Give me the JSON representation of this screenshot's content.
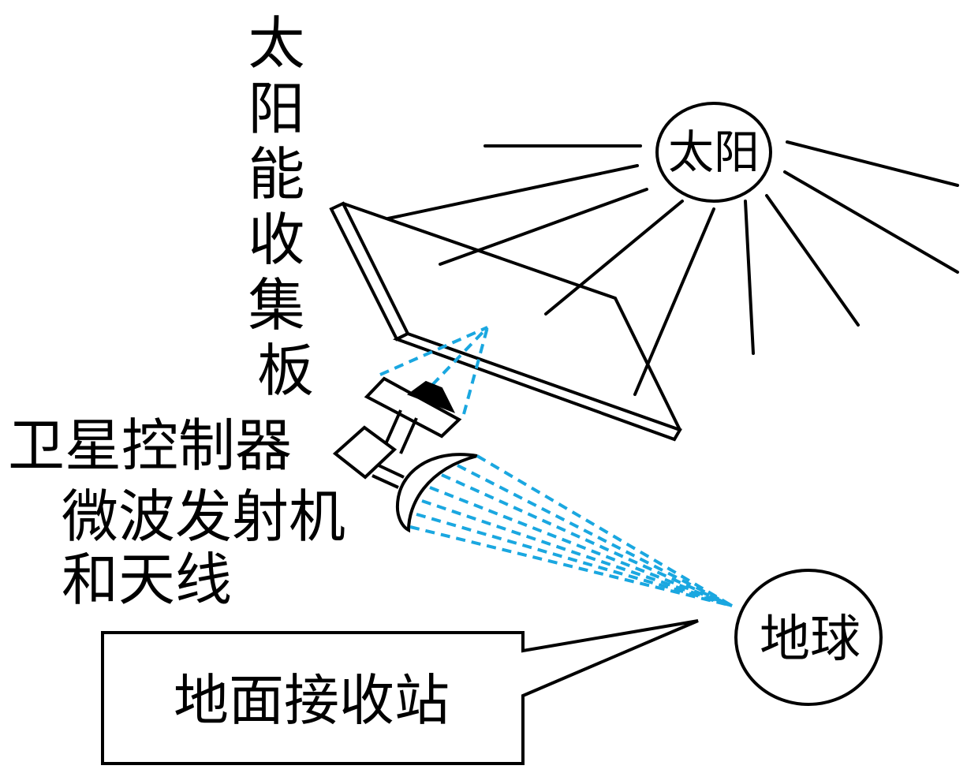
{
  "labels": {
    "solar_panel": "太阳能收集板",
    "sun": "太阳",
    "satellite_controller": "卫星控制器",
    "transmitter_line1": "微波发射机",
    "transmitter_line2": "和天线",
    "earth": "地球",
    "ground_station": "地面接收站"
  },
  "colors": {
    "ink": "#000000",
    "microwave_beam": "#1aa7e0",
    "background": "#ffffff"
  }
}
